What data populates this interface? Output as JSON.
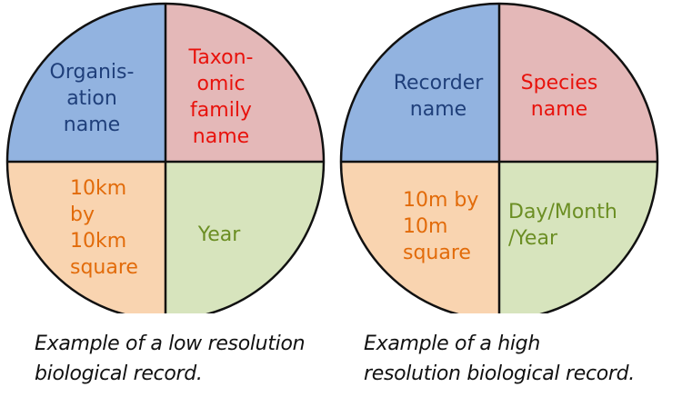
{
  "colors": {
    "top_left": "#92b3e0",
    "top_right": "#e4b8b8",
    "bottom_left": "#f9d4b0",
    "bottom_right": "#d7e4bd",
    "outline": "#111111",
    "text_blue": "#1f3f7a",
    "text_red": "#e8120c",
    "text_orange": "#e26b0a",
    "text_green": "#6b8e23"
  },
  "diagrams": [
    {
      "quadrants": {
        "top_left": [
          "Organis-",
          "ation",
          "name"
        ],
        "top_right": [
          "Taxon-",
          "omic",
          "family",
          "name"
        ],
        "bottom_left": [
          "10km",
          "by",
          "10km",
          "square"
        ],
        "bottom_right": [
          "Year"
        ]
      },
      "caption": [
        "Example of a low resolution",
        "biological record."
      ]
    },
    {
      "quadrants": {
        "top_left": [
          "Recorder",
          "name"
        ],
        "top_right": [
          "Species",
          "name"
        ],
        "bottom_left": [
          "10m by",
          "10m",
          "square"
        ],
        "bottom_right": [
          "Day/Month",
          "/Year"
        ]
      },
      "caption": [
        "Example of a high",
        "resolution biological record."
      ]
    }
  ]
}
